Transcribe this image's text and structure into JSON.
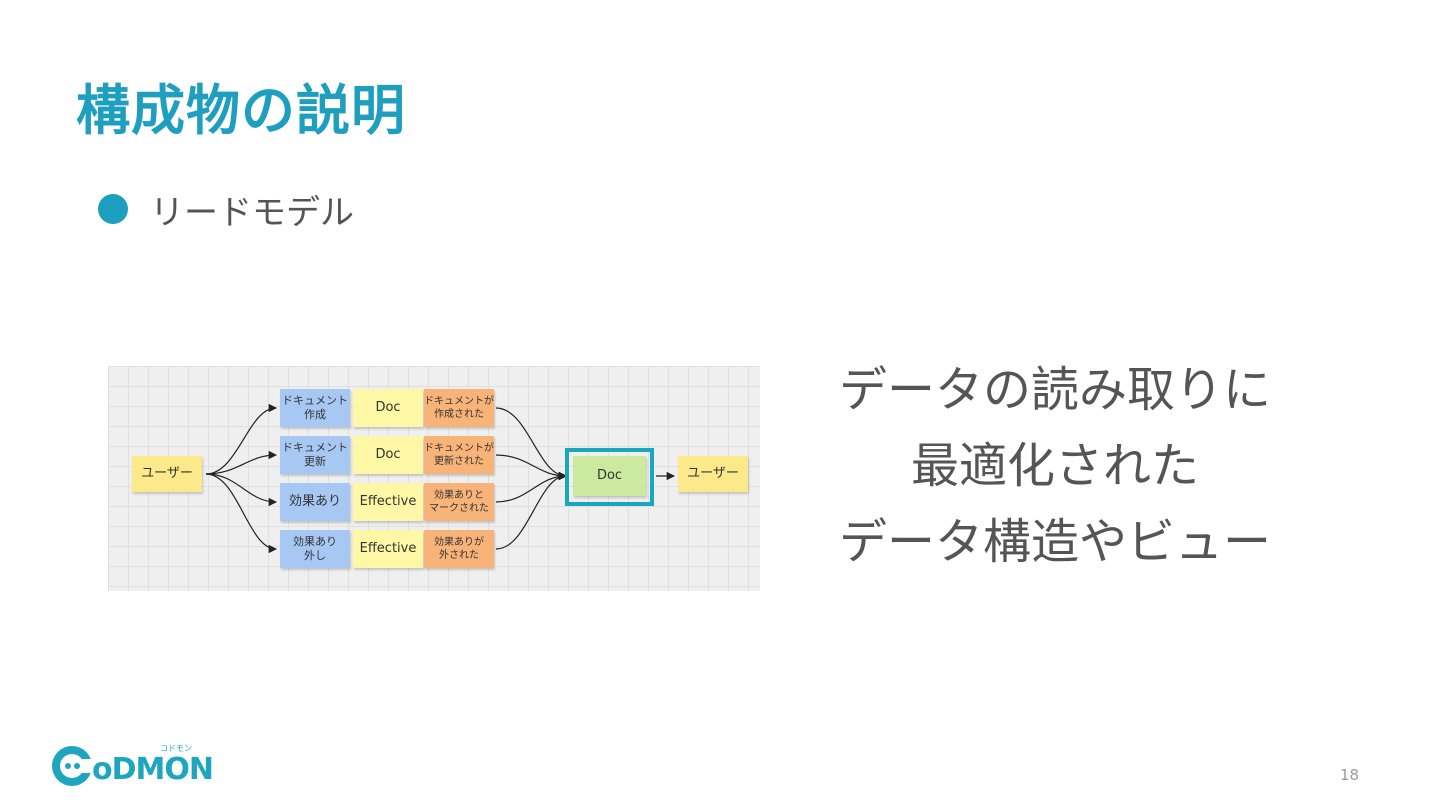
{
  "slide": {
    "title": "構成物の説明",
    "bullet": "リードモデル",
    "description_lines": [
      "データの読み取りに",
      "最適化された",
      "データ構造やビュー"
    ],
    "page_number": "18"
  },
  "logo": {
    "text": "CODMON",
    "ruby": "コドモン"
  },
  "diagram": {
    "user_start": "ユーザー",
    "user_end": "ユーザー",
    "rows": [
      {
        "command": "ドキュメント\n作成",
        "target": "Doc",
        "event": "ドキュメントが\n作成された"
      },
      {
        "command": "ドキュメント\n更新",
        "target": "Doc",
        "event": "ドキュメントが\n更新された"
      },
      {
        "command": "効果あり",
        "target": "Effective",
        "event": "効果ありと\nマークされた"
      },
      {
        "command": "効果あり\n外し",
        "target": "Effective",
        "event": "効果ありが\n外された"
      }
    ],
    "read_model": "Doc"
  },
  "colors": {
    "accent": "#1f9fc0",
    "user_note": "#fbe98a",
    "command_note": "#a8c8f4",
    "aggregate_note": "#fdf7a6",
    "event_note": "#f8b378",
    "read_model_note": "#cbeaa0",
    "highlight": "#1aa6bd"
  }
}
